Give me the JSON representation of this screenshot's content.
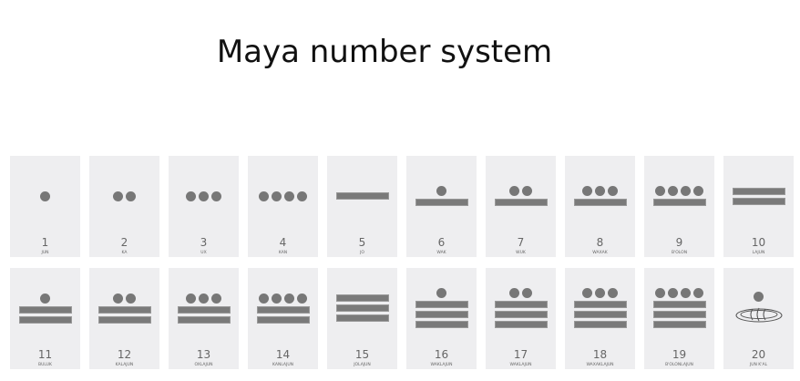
{
  "title": "Maya number system",
  "glyph_color": "#777777",
  "card_color": "#eeeef0",
  "numbers": [
    {
      "value": 1,
      "name": "JUN"
    },
    {
      "value": 2,
      "name": "KA"
    },
    {
      "value": 3,
      "name": "UX"
    },
    {
      "value": 4,
      "name": "KAN"
    },
    {
      "value": 5,
      "name": "JO"
    },
    {
      "value": 6,
      "name": "WAK"
    },
    {
      "value": 7,
      "name": "WUK"
    },
    {
      "value": 8,
      "name": "WAXAK"
    },
    {
      "value": 9,
      "name": "B'OLON"
    },
    {
      "value": 10,
      "name": "LAJUN"
    },
    {
      "value": 11,
      "name": "BULUK"
    },
    {
      "value": 12,
      "name": "KALAJUN"
    },
    {
      "value": 13,
      "name": "OXLAJUN"
    },
    {
      "value": 14,
      "name": "KANLAJUN"
    },
    {
      "value": 15,
      "name": "JOLAJUN"
    },
    {
      "value": 16,
      "name": "WAKLAJUN"
    },
    {
      "value": 17,
      "name": "WAKLAJUN"
    },
    {
      "value": 18,
      "name": "WAXAKLAJUN"
    },
    {
      "value": 19,
      "name": "B'OLONLAJUN"
    },
    {
      "value": 20,
      "name": "JUN K'AL"
    }
  ]
}
